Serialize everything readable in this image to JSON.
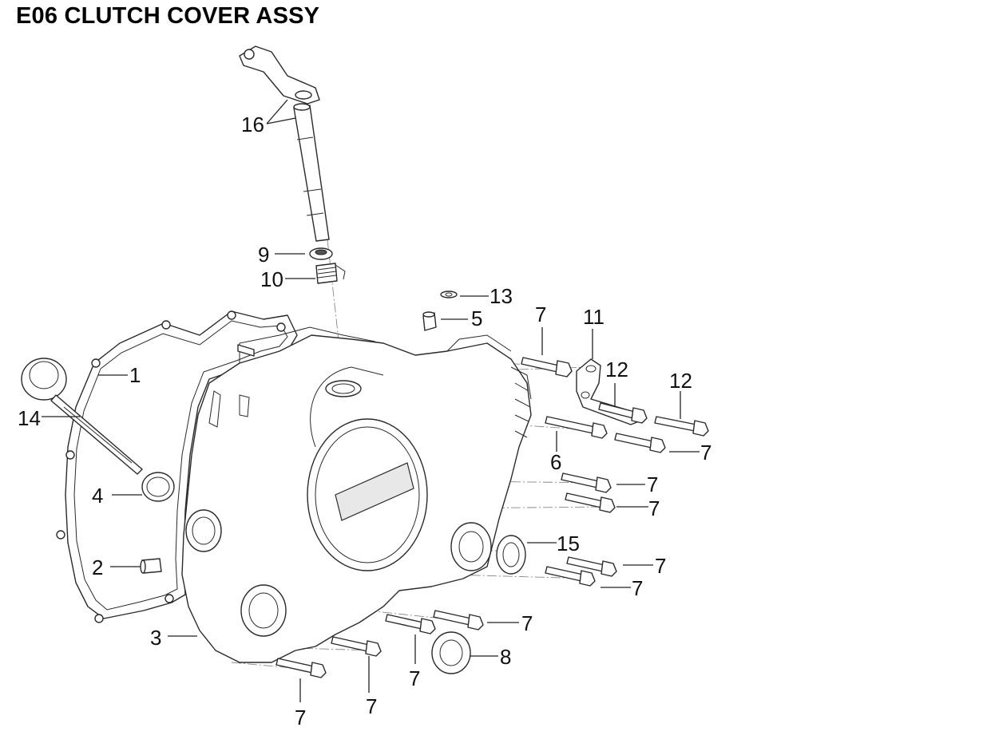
{
  "title": "E06 CLUTCH COVER ASSY",
  "labels": [
    "16",
    "9",
    "10",
    "13",
    "5",
    "7",
    "11",
    "12",
    "12",
    "1",
    "14",
    "6",
    "7",
    "4",
    "7",
    "7",
    "15",
    "2",
    "7",
    "7",
    "7",
    "3",
    "8",
    "7",
    "7",
    "7"
  ]
}
